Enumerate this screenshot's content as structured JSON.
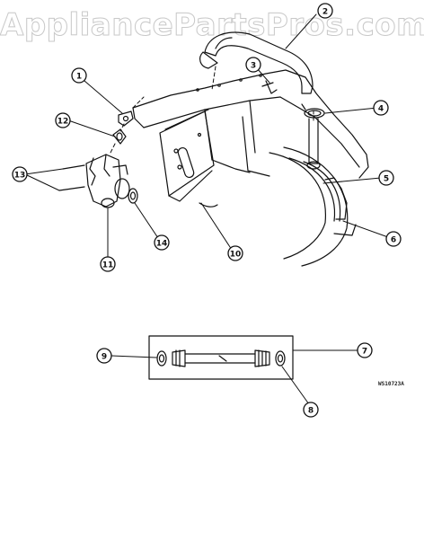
{
  "watermark": "AppliancePartsPros.com",
  "figure_code": "WS10723A",
  "callouts": [
    {
      "id": "c1",
      "label": "1"
    },
    {
      "id": "c2",
      "label": "2"
    },
    {
      "id": "c3",
      "label": "3"
    },
    {
      "id": "c4",
      "label": "4"
    },
    {
      "id": "c5",
      "label": "5"
    },
    {
      "id": "c6",
      "label": "6"
    },
    {
      "id": "c7",
      "label": "7"
    },
    {
      "id": "c8",
      "label": "8"
    },
    {
      "id": "c9",
      "label": "9"
    },
    {
      "id": "c10",
      "label": "10"
    },
    {
      "id": "c11",
      "label": "11"
    },
    {
      "id": "c12",
      "label": "12"
    },
    {
      "id": "c13",
      "label": "13"
    },
    {
      "id": "c14",
      "label": "14"
    }
  ]
}
